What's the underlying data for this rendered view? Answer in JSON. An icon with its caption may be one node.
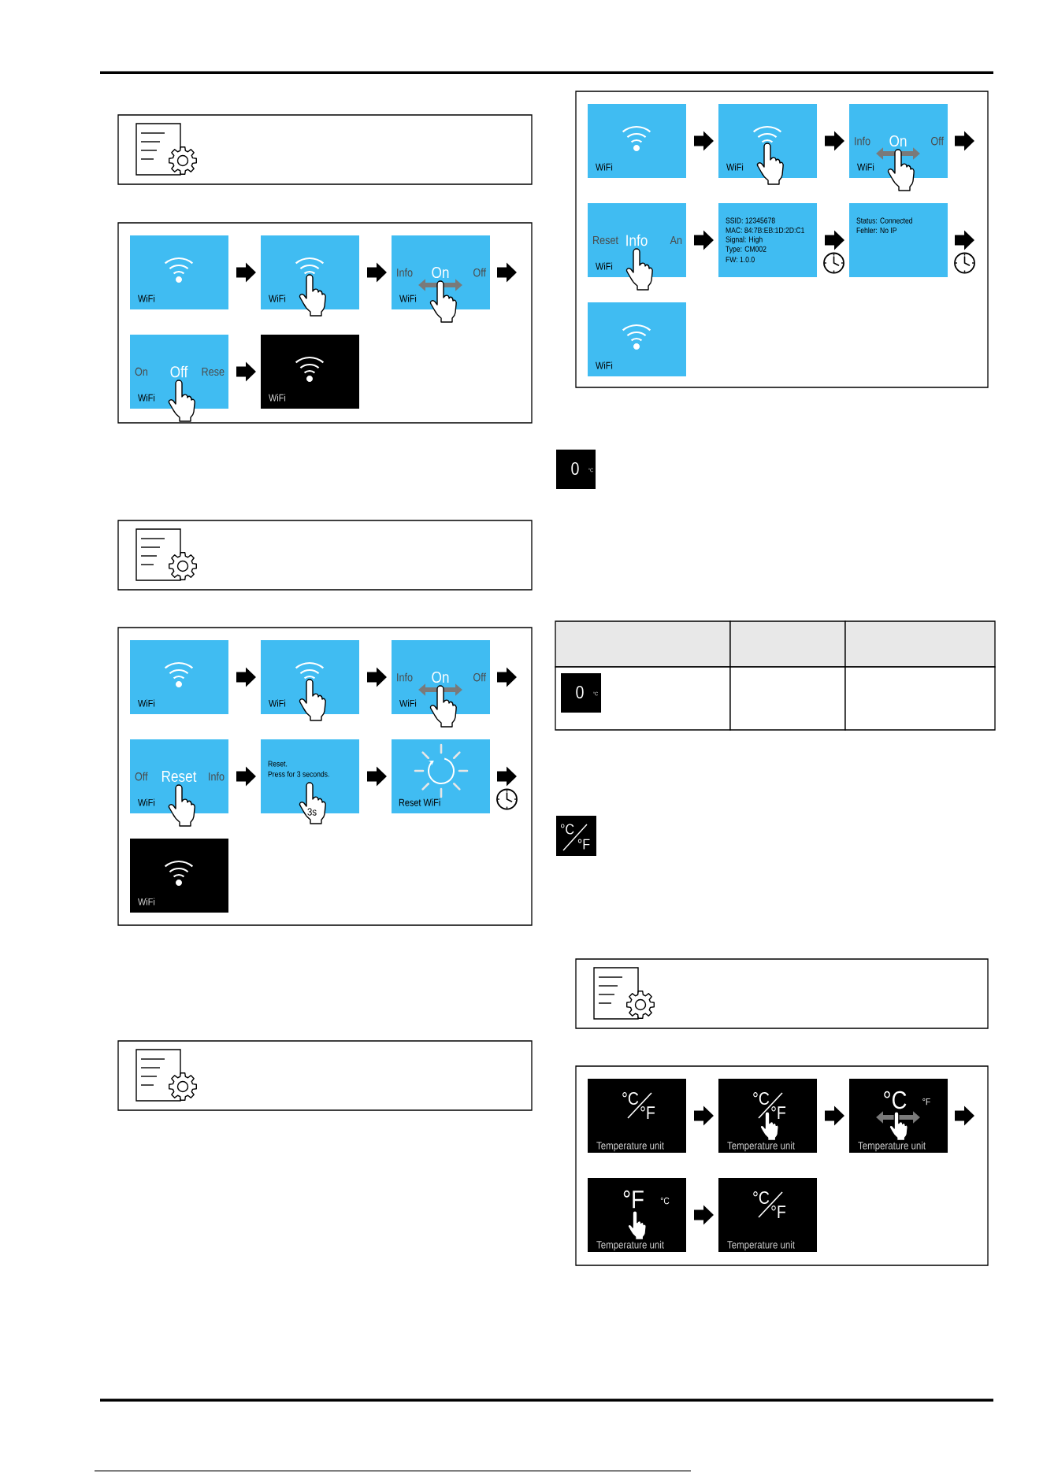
{
  "diagram": {
    "nodes": [
      {
        "text": [],
        "shape": "box"
      },
      {
        "text": [],
        "shape": "box"
      },
      {
        "text": [
          "WiFi"
        ],
        "in": 1
      },
      {
        "text": [
          "WiFi"
        ],
        "in": 1
      },
      {
        "text": [
          "Info",
          "On",
          "Off",
          "WiFi"
        ],
        "in": 1
      },
      {
        "text": [
          "On",
          "Off",
          "Rese",
          "WiFi"
        ],
        "in": 1
      },
      {
        "text": [
          "WiFi"
        ],
        "in": 1
      },
      {
        "text": [],
        "shape": "box"
      },
      {
        "text": [],
        "shape": "box"
      },
      {
        "text": [
          "WiFi"
        ],
        "in": 8
      },
      {
        "text": [
          "WiFi"
        ],
        "in": 8
      },
      {
        "text": [
          "Info",
          "On",
          "Off",
          "WiFi"
        ],
        "in": 8
      },
      {
        "text": [
          "Off",
          "Reset",
          "Info",
          "WiFi"
        ],
        "in": 8
      },
      {
        "text": [
          "Reset.",
          "Press for 3 seconds.",
          "3s"
        ],
        "in": 8
      },
      {
        "text": [
          "Reset WiFi"
        ],
        "in": 8
      },
      {
        "text": [
          "WiFi"
        ],
        "in": 8
      },
      {
        "text": [],
        "shape": "box"
      },
      {
        "text": [],
        "shape": "box"
      },
      {
        "text": [
          "WiFi"
        ],
        "in": 17
      },
      {
        "text": [
          "WiFi"
        ],
        "in": 17
      },
      {
        "text": [
          "Info",
          "On",
          "Off",
          "WiFi"
        ],
        "in": 17
      },
      {
        "text": [
          "Reset",
          "Info",
          "An",
          "WiFi"
        ],
        "in": 17
      },
      {
        "text": [
          "SSID: 12345678",
          "MAC: 84:7B:EB:1D:2D:C1",
          "Signal: High",
          "Type: CM002",
          "FW: 1.0.0"
        ],
        "in": 17
      },
      {
        "text": [
          "Status: Connected",
          "Fehler: No IP"
        ],
        "in": 17
      },
      {
        "text": [
          "WiFi"
        ],
        "in": 17
      },
      {
        "text": [
          "0",
          "°C"
        ]
      },
      {
        "text": [
          "0",
          "°C"
        ]
      },
      {
        "text": [
          "°C",
          "°F"
        ]
      },
      {
        "text": [],
        "shape": "box"
      },
      {
        "text": [],
        "shape": "box"
      },
      {
        "text": [
          "°C",
          "°F",
          "Temperature unit"
        ],
        "in": 29
      },
      {
        "text": [
          "°C",
          "°F",
          "Temperature unit"
        ],
        "in": 29
      },
      {
        "text": [
          "°C",
          "°F",
          "Temperature unit"
        ],
        "in": 29
      },
      {
        "text": [
          "°F",
          "°C",
          "Temperature unit"
        ],
        "in": 29
      },
      {
        "text": [
          "°C",
          "°F",
          "Temperature unit"
        ],
        "in": 29
      }
    ],
    "edges": [
      {
        "from": 2,
        "to": 3,
        "arrow": "to"
      },
      {
        "from": 3,
        "to": 4,
        "arrow": "to"
      },
      {
        "from": 4,
        "to": null,
        "arrow": "to"
      },
      {
        "from": 5,
        "to": 6,
        "arrow": "to"
      },
      {
        "from": 9,
        "to": 10,
        "arrow": "to"
      },
      {
        "from": 10,
        "to": 11,
        "arrow": "to"
      },
      {
        "from": 11,
        "to": null,
        "arrow": "to"
      },
      {
        "from": 12,
        "to": 13,
        "arrow": "to"
      },
      {
        "from": 13,
        "to": 14,
        "arrow": "to"
      },
      {
        "from": 14,
        "to": null,
        "arrow": "to"
      },
      {
        "from": 18,
        "to": 19,
        "arrow": "to"
      },
      {
        "from": 19,
        "to": 20,
        "arrow": "to"
      },
      {
        "from": 20,
        "to": null,
        "arrow": "to"
      },
      {
        "from": 21,
        "to": 22,
        "arrow": "to"
      },
      {
        "from": 22,
        "to": 23,
        "arrow": "to"
      },
      {
        "from": 23,
        "to": null,
        "arrow": "to"
      },
      {
        "from": 30,
        "to": 31,
        "arrow": "to"
      },
      {
        "from": 31,
        "to": 32,
        "arrow": "to"
      },
      {
        "from": 32,
        "to": null,
        "arrow": "to"
      },
      {
        "from": 33,
        "to": 34,
        "arrow": "to"
      }
    ]
  }
}
